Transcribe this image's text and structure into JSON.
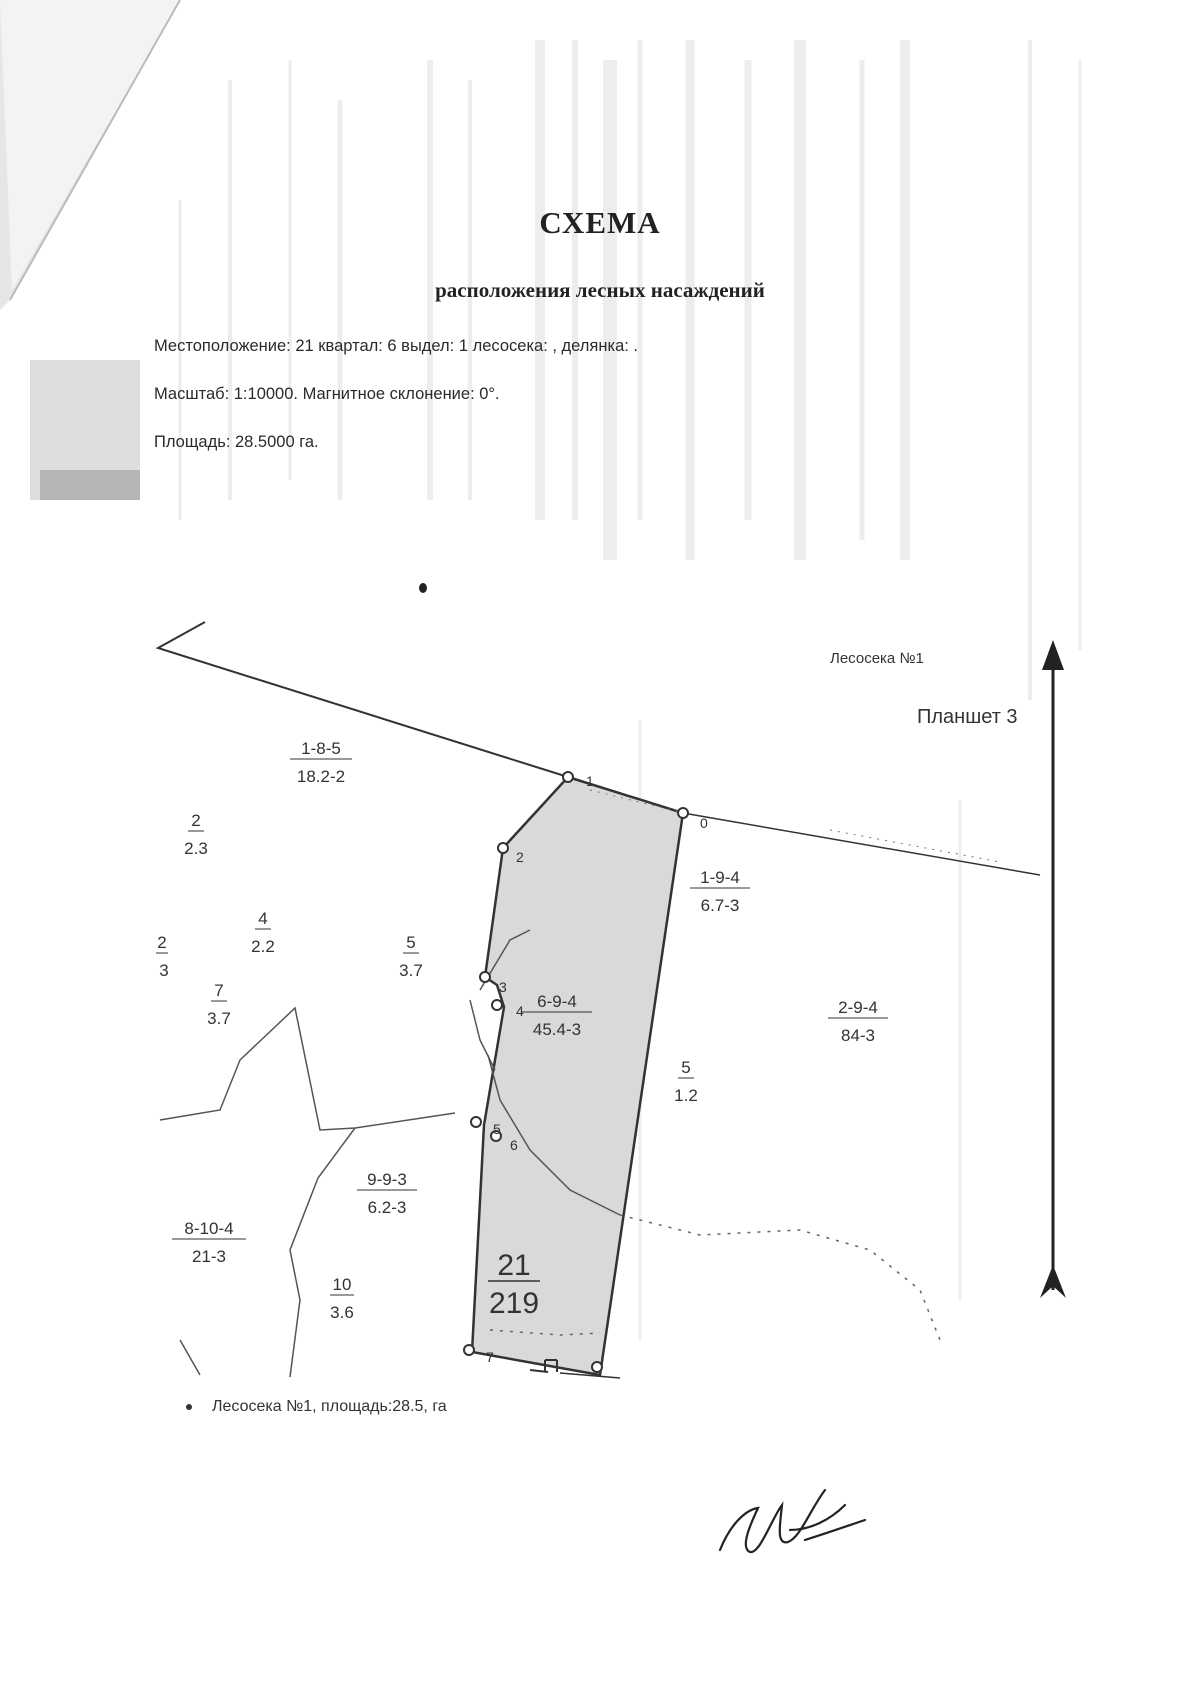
{
  "header": {
    "title": "СХЕМА",
    "subtitle": "расположения лесных насаждений"
  },
  "info": {
    "location": "Местоположение: 21 квартал: 6 выдел: 1 лесосека: , делянка: .",
    "scale": "Масштаб: 1:10000. Магнитное склонение: 0°.",
    "area": "Площадь: 28.5000 га."
  },
  "map": {
    "plot_label": "Лесосека №1",
    "sheet_label": "Планшет 3",
    "parcels": [
      {
        "top": "1-8-5",
        "bottom": "18.2-2"
      },
      {
        "top": "2",
        "bottom": "2.3"
      },
      {
        "top": "4",
        "bottom": "2.2"
      },
      {
        "top": "2",
        "bottom": "3"
      },
      {
        "top": "5",
        "bottom": "3.7"
      },
      {
        "top": "7",
        "bottom": "3.7"
      },
      {
        "top": "6-9-4",
        "bottom": "45.4-3"
      },
      {
        "top": "1-9-4",
        "bottom": "6.7-3"
      },
      {
        "top": "2-9-4",
        "bottom": "84-3"
      },
      {
        "top": "5",
        "bottom": "1.2"
      },
      {
        "top": "9-9-3",
        "bottom": "6.2-3"
      },
      {
        "top": "8-10-4",
        "bottom": "21-3"
      },
      {
        "top": "10",
        "bottom": "3.6"
      }
    ],
    "quarter": {
      "top": "21",
      "bottom": "219"
    },
    "points": [
      "0",
      "1",
      "2",
      "3",
      "4",
      "5",
      "6",
      "7"
    ],
    "colors": {
      "plot_fill": "#d9d9d9",
      "line": "#333333"
    }
  },
  "legend": {
    "item": "Лесосека №1, площадь:28.5, га"
  }
}
